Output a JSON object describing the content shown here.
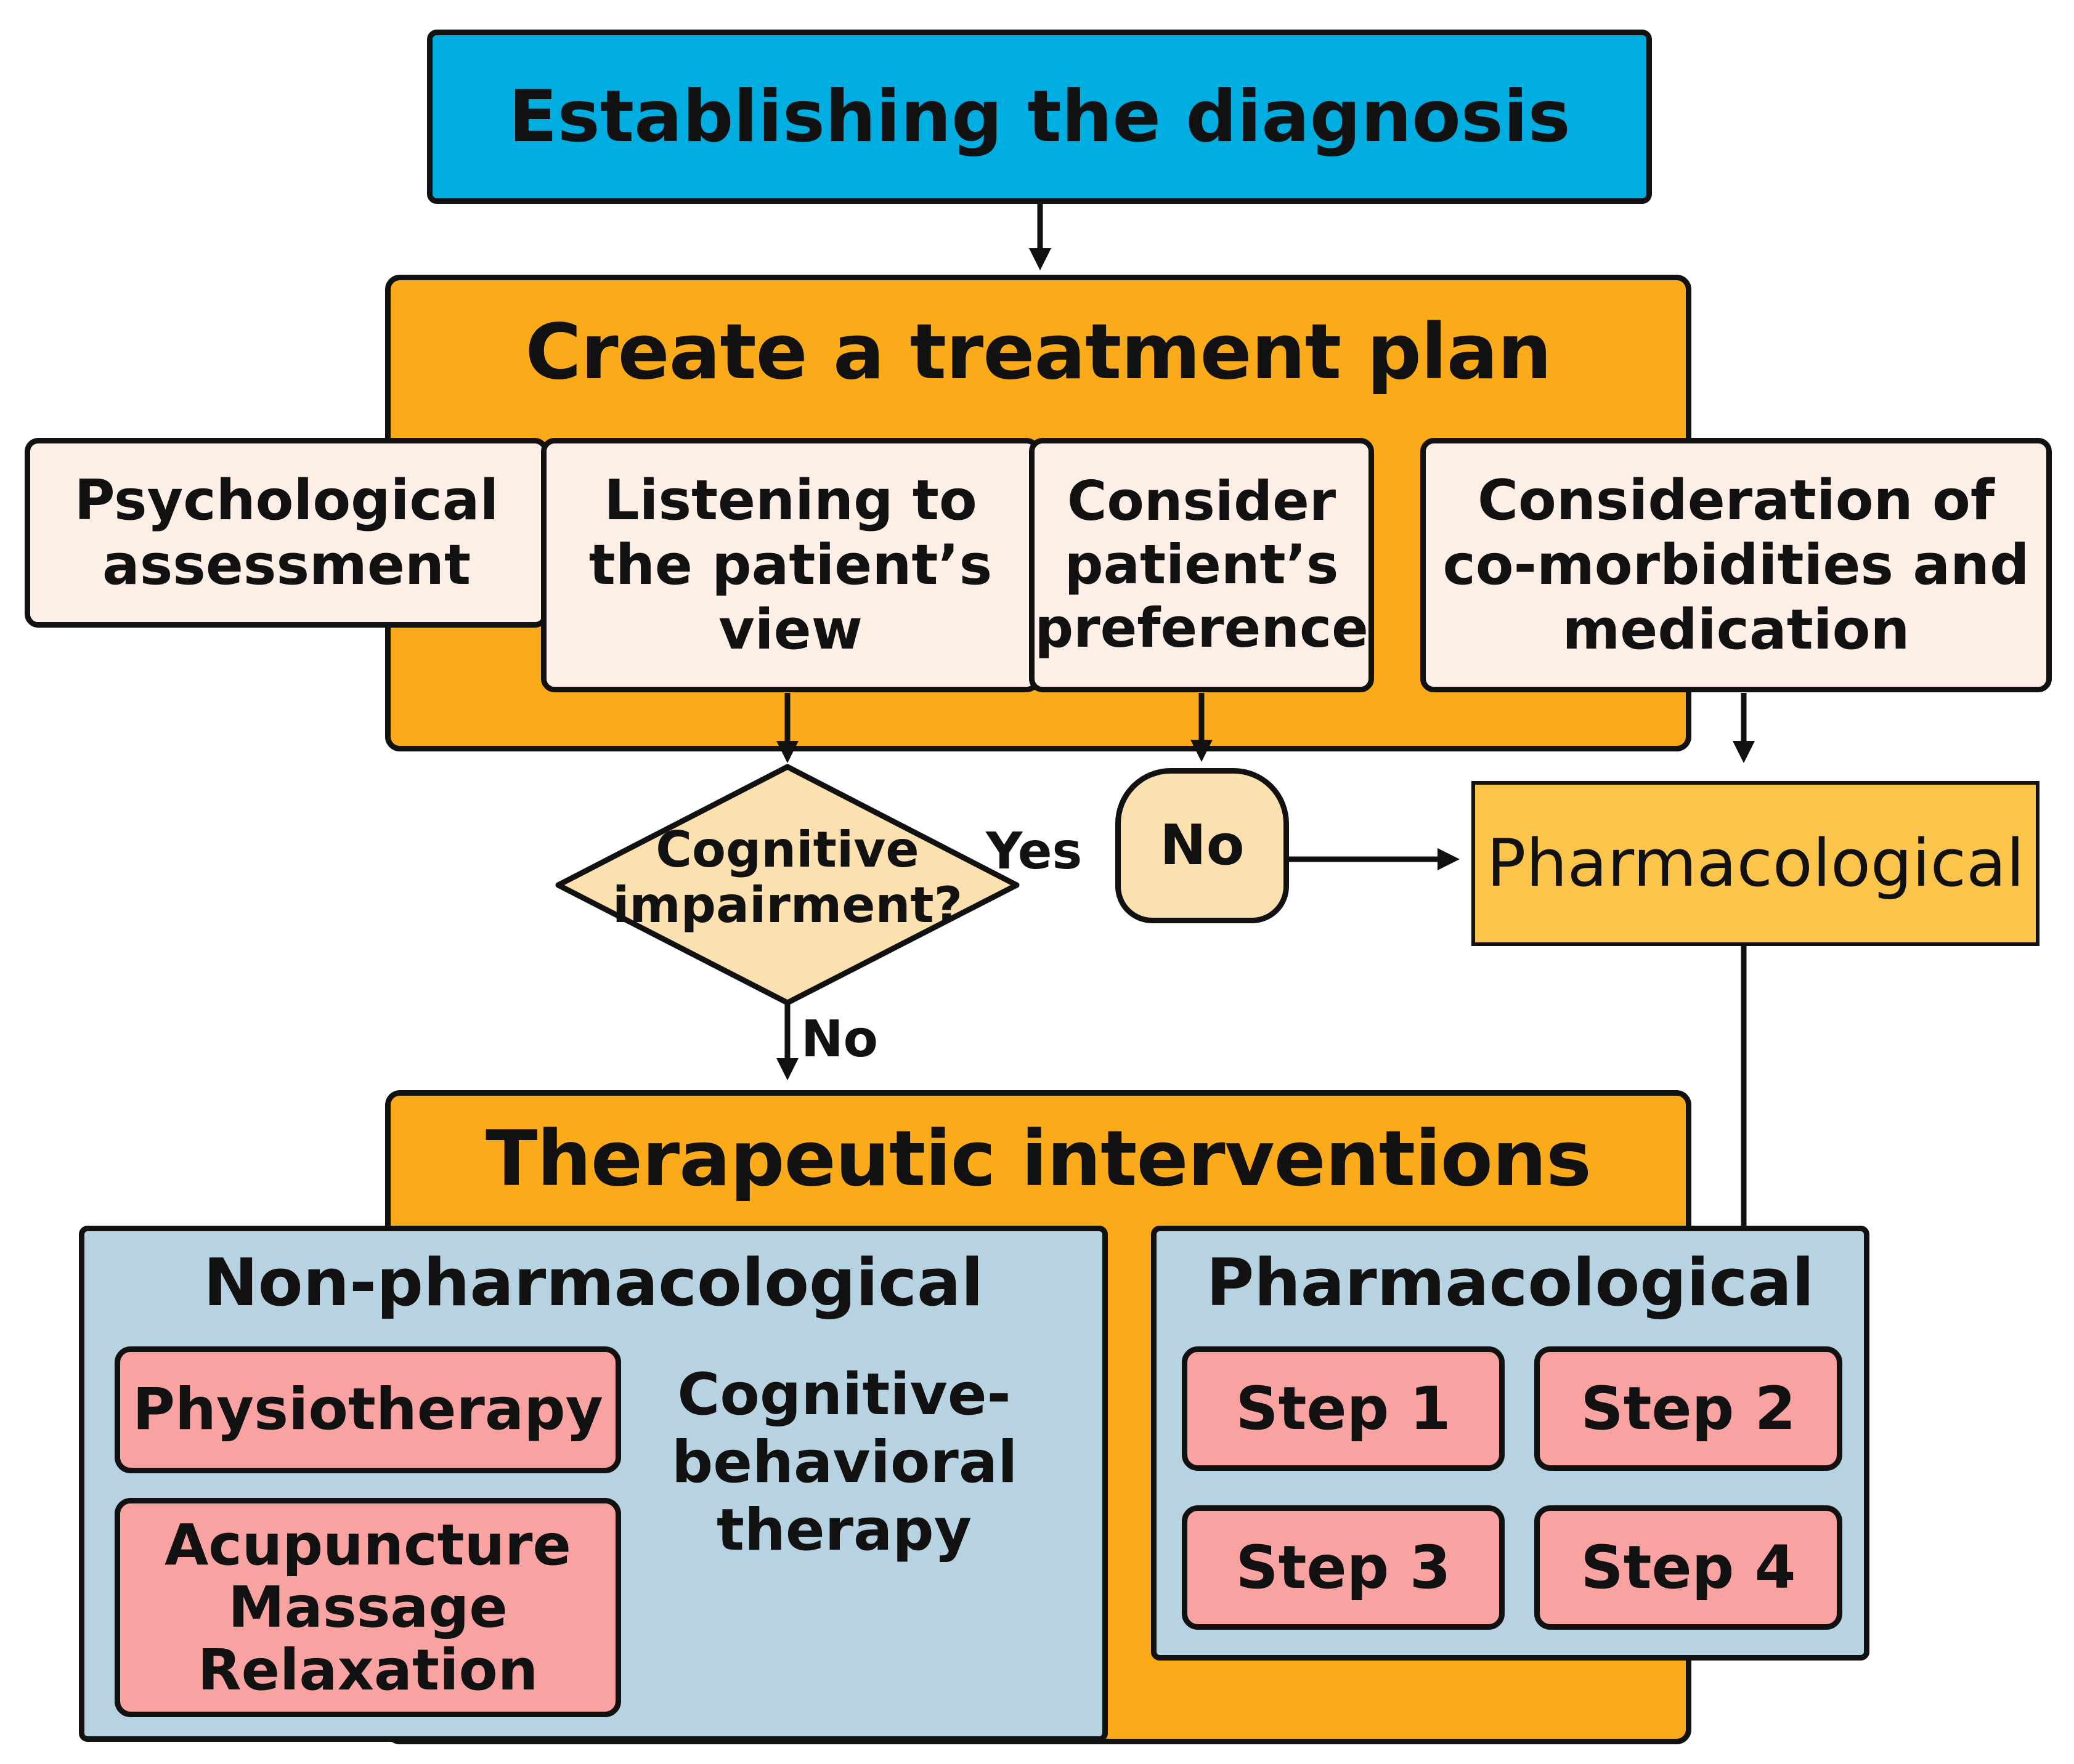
{
  "colors": {
    "diagnosis_fill": "#00ADE0",
    "plan_fill": "#FBAA1A",
    "criteria_fill": "#FDEEE6",
    "decision_fill": "#FCE1B0",
    "pharma_side_fill": "#FBC44A",
    "panel_fill": "#B7D3E1",
    "intervention_fill": "#F8A2A2",
    "outline": "#111111"
  },
  "diagnosis": {
    "title": "Establishing the diagnosis"
  },
  "treatment_plan": {
    "title": "Create a treatment plan",
    "criteria": [
      {
        "label": "Psychological\nassessment"
      },
      {
        "label": "Listening to\nthe patient’s\nview"
      },
      {
        "label": "Consider\npatient’s\npreference"
      },
      {
        "label": "Consideration of\nco-morbidities and\nmedication"
      }
    ]
  },
  "decision": {
    "question": "Cognitive\nimpairment?",
    "yes_label": "Yes",
    "no_label": "No"
  },
  "no_node": {
    "label": "No"
  },
  "pharmacological_side": {
    "label": "Pharmacological"
  },
  "interventions": {
    "title": "Therapeutic interventions",
    "non_pharmacological": {
      "title": "Non-pharmacological",
      "items": [
        {
          "label": "Physiotherapy"
        },
        {
          "label": "Acupuncture\nMassage\nRelaxation"
        },
        {
          "label": "Cognitive-\nbehavioral\ntherapy"
        }
      ]
    },
    "pharmacological": {
      "title": "Pharmacological",
      "steps": [
        {
          "label": "Step 1"
        },
        {
          "label": "Step 2"
        },
        {
          "label": "Step 3"
        },
        {
          "label": "Step 4"
        }
      ]
    }
  }
}
